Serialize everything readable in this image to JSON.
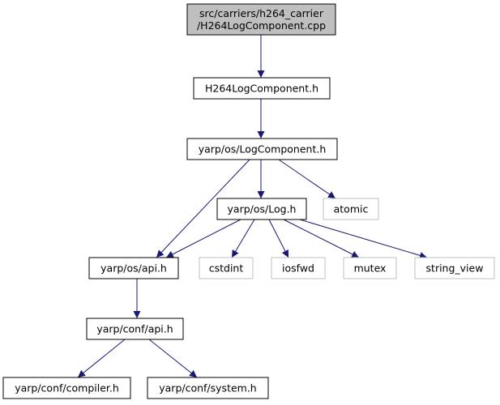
{
  "colors": {
    "edge": "#191970",
    "root_fill": "#bfbfbf",
    "node_border": "#000000",
    "external_border": "#bfbfbf",
    "text": "#000000"
  },
  "nodes": [
    {
      "id": "root",
      "lines": [
        "src/carriers/h264_carrier",
        "/H264LogComponent.cpp"
      ],
      "style": "root"
    },
    {
      "id": "h264logcomponent_h",
      "lines": [
        "H264LogComponent.h"
      ],
      "style": "normal"
    },
    {
      "id": "logcomponent_h",
      "lines": [
        "yarp/os/LogComponent.h"
      ],
      "style": "normal"
    },
    {
      "id": "log_h",
      "lines": [
        "yarp/os/Log.h"
      ],
      "style": "normal"
    },
    {
      "id": "atomic",
      "lines": [
        "atomic"
      ],
      "style": "external"
    },
    {
      "id": "os_api_h",
      "lines": [
        "yarp/os/api.h"
      ],
      "style": "normal"
    },
    {
      "id": "cstdint",
      "lines": [
        "cstdint"
      ],
      "style": "external"
    },
    {
      "id": "iosfwd",
      "lines": [
        "iosfwd"
      ],
      "style": "external"
    },
    {
      "id": "mutex",
      "lines": [
        "mutex"
      ],
      "style": "external"
    },
    {
      "id": "string_view",
      "lines": [
        "string_view"
      ],
      "style": "external"
    },
    {
      "id": "conf_api_h",
      "lines": [
        "yarp/conf/api.h"
      ],
      "style": "normal"
    },
    {
      "id": "compiler_h",
      "lines": [
        "yarp/conf/compiler.h"
      ],
      "style": "normal"
    },
    {
      "id": "system_h",
      "lines": [
        "yarp/conf/system.h"
      ],
      "style": "normal"
    }
  ],
  "edges": [
    {
      "from": "root",
      "to": "h264logcomponent_h"
    },
    {
      "from": "h264logcomponent_h",
      "to": "logcomponent_h"
    },
    {
      "from": "logcomponent_h",
      "to": "log_h"
    },
    {
      "from": "logcomponent_h",
      "to": "os_api_h"
    },
    {
      "from": "logcomponent_h",
      "to": "atomic"
    },
    {
      "from": "log_h",
      "to": "os_api_h"
    },
    {
      "from": "log_h",
      "to": "cstdint"
    },
    {
      "from": "log_h",
      "to": "iosfwd"
    },
    {
      "from": "log_h",
      "to": "mutex"
    },
    {
      "from": "log_h",
      "to": "string_view"
    },
    {
      "from": "os_api_h",
      "to": "conf_api_h"
    },
    {
      "from": "conf_api_h",
      "to": "compiler_h"
    },
    {
      "from": "conf_api_h",
      "to": "system_h"
    }
  ]
}
